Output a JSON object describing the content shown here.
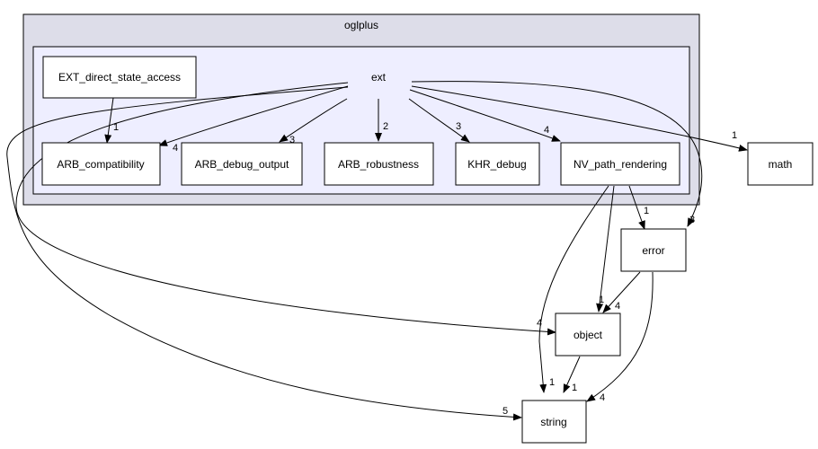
{
  "colors": {
    "outer_cluster_fill": "#dddde9",
    "inner_cluster_fill": "#eeeeff",
    "node_fill": "#ffffff",
    "stroke": "#000000"
  },
  "clusters": {
    "outer": "oglplus",
    "inner": "ext"
  },
  "nodes": {
    "ext_dsa": "EXT_direct_state_access",
    "arb_compat": "ARB_compatibility",
    "arb_debug": "ARB_debug_output",
    "arb_robust": "ARB_robustness",
    "khr_debug": "KHR_debug",
    "nv_path": "NV_path_rendering",
    "math": "math",
    "error": "error",
    "object": "object",
    "string": "string"
  },
  "edges": {
    "ext_dsa_to_arb_compat": "1",
    "ext_to_arb_compat": "4",
    "ext_to_arb_debug": "3",
    "ext_to_arb_robust": "2",
    "ext_to_khr_debug": "3",
    "ext_to_nv_path": "4",
    "ext_to_math": "1",
    "ext_to_error": "3",
    "ext_to_object": "4",
    "ext_to_string": "5",
    "nv_path_to_error": "1",
    "nv_path_to_object": "1",
    "nv_path_to_string": "1",
    "error_to_object": "4",
    "error_to_string": "4",
    "object_to_string": "1"
  }
}
